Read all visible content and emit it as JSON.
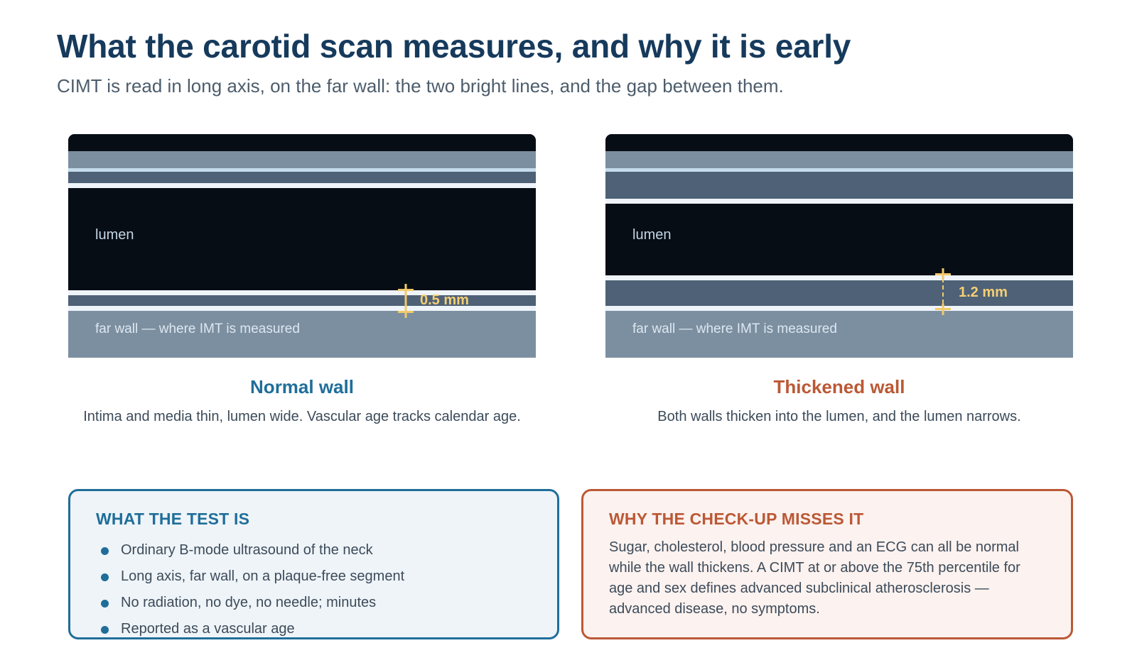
{
  "header": {
    "title": "What the carotid scan measures, and why it is early",
    "subtitle": "CIMT is read in long axis, on the far wall: the two bright lines, and the gap between them."
  },
  "panels": {
    "normal": {
      "lumen_label": "lumen",
      "far_wall_label": "far wall — where IMT is measured",
      "measurement": "0.5 mm",
      "measurement_value_mm": 0.5,
      "title": "Normal wall",
      "description": "Intima and media thin, lumen wide. Vascular age tracks calendar age."
    },
    "thickened": {
      "lumen_label": "lumen",
      "far_wall_label": "far wall — where IMT is measured",
      "measurement": "1.2 mm",
      "measurement_value_mm": 1.2,
      "title": "Thickened wall",
      "description": "Both walls thicken into the lumen, and the lumen narrows."
    }
  },
  "test_box": {
    "heading": "WHAT THE TEST IS",
    "items": [
      "Ordinary B-mode ultrasound of the neck",
      "Long axis, far wall, on a plaque-free segment",
      "No radiation, no dye, no needle; minutes",
      "Reported as a vascular age"
    ]
  },
  "miss_box": {
    "heading": "WHY THE CHECK-UP MISSES IT",
    "text": "Sugar, cholesterol, blood pressure and an ECG can all be normal while the wall thickens. A CIMT at or above the 75th percentile for age and sex defines advanced subclinical atherosclerosis — advanced disease, no symptoms."
  },
  "colors": {
    "title": "#163a5c",
    "normal_accent": "#1f6e9a",
    "thickened_accent": "#bb5835",
    "caliper": "#f2c96a"
  }
}
